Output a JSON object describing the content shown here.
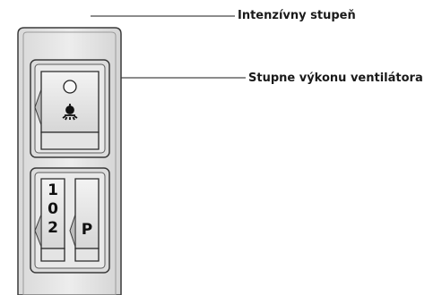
{
  "callouts": {
    "intensive_level": "Intenzívny stupeň",
    "fan_speed_levels": "Stupne výkonu ventilátora"
  },
  "panel": {
    "light_button": {
      "indicator_icon": "indicator-lamp-icon",
      "symbol_icon": "lamp-light-icon"
    },
    "mode_switch": {
      "positions": [
        "1",
        "0",
        "2"
      ]
    },
    "p_button": {
      "label": "P"
    }
  },
  "colors": {
    "panel_fill": "#e6e6e6",
    "panel_outline": "#3a3a3a",
    "leader_line": "#1a1a1a"
  }
}
